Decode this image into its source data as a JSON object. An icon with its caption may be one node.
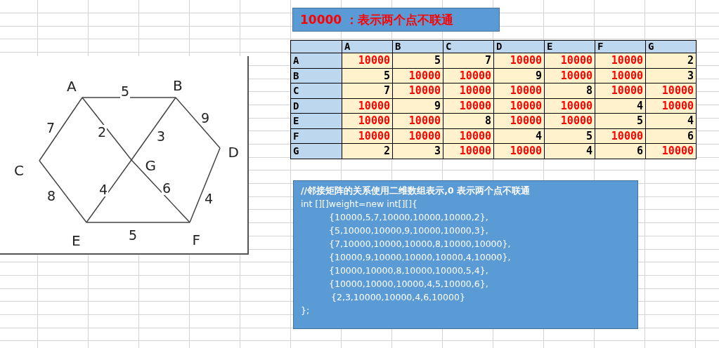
{
  "diagram": {
    "nodes": [
      {
        "text": [
          "A"
        ]
      },
      {
        "text": [
          "B"
        ]
      },
      {
        "text": [
          "C"
        ]
      },
      {
        "text": [
          "D"
        ]
      },
      {
        "text": [
          "E"
        ]
      },
      {
        "text": [
          "F"
        ]
      },
      {
        "text": [
          "G"
        ]
      },
      {
        "text": [
          "10000 ：表示两个点不联通"
        ]
      },
      {
        "text": [
          "//邻接矩阵的关系使用二维数组表示,0 表示两个点不联通",
          "int [][]weight=new int[][]{",
          "{10000,5,7,10000,10000,10000,2},",
          "{5,10000,10000,9,10000,10000,3},",
          "{7,10000,10000,10000,8,10000,10000},",
          "{10000,9,10000,10000,10000,4,10000},",
          "{10000,10000,8,10000,10000,5,4},",
          "{10000,10000,10000,4,5,10000,6},",
          "{2,3,10000,10000,4,6,10000}",
          "};"
        ]
      }
    ],
    "edges": [
      {
        "from": 0,
        "to": 1,
        "arrow": "none",
        "label": "5"
      },
      {
        "from": 0,
        "to": 2,
        "arrow": "none",
        "label": "7"
      },
      {
        "from": 0,
        "to": 6,
        "arrow": "none",
        "label": "2"
      },
      {
        "from": 1,
        "to": 6,
        "arrow": "none",
        "label": "3"
      },
      {
        "from": 1,
        "to": 3,
        "arrow": "none",
        "label": "9"
      },
      {
        "from": 2,
        "to": 4,
        "arrow": "none",
        "label": "8"
      },
      {
        "from": 4,
        "to": 6,
        "arrow": "none",
        "label": "4"
      },
      {
        "from": 6,
        "to": 5,
        "arrow": "none",
        "label": "6"
      },
      {
        "from": 3,
        "to": 5,
        "arrow": "none",
        "label": "4"
      },
      {
        "from": 4,
        "to": 5,
        "arrow": "none",
        "label": "5"
      }
    ],
    "labels": [
      "A",
      "B",
      "C",
      "D",
      "E",
      "F",
      "G",
      "A",
      "10000",
      "5",
      "7",
      "10000",
      "10000",
      "10000",
      "2",
      "B",
      "5",
      "10000",
      "10000",
      "9",
      "10000",
      "10000",
      "3",
      "C",
      "7",
      "10000",
      "10000",
      "10000",
      "8",
      "10000",
      "10000",
      "D",
      "10000",
      "9",
      "10000",
      "10000",
      "10000",
      "4",
      "10000",
      "E",
      "10000",
      "10000",
      "8",
      "10000",
      "10000",
      "5",
      "4",
      "F",
      "10000",
      "10000",
      "10000",
      "4",
      "5",
      "10000",
      "6",
      "G",
      "2",
      "3",
      "10000",
      "10000",
      "4",
      "6",
      "10000"
    ]
  }
}
